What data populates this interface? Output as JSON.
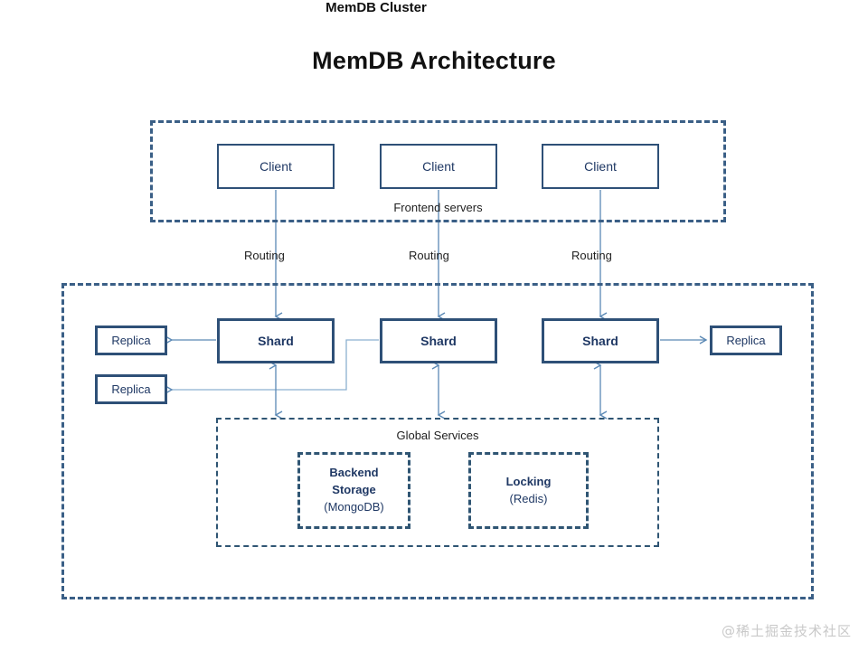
{
  "title": "MemDB Architecture",
  "colors": {
    "box_border": "#2e5077",
    "dashed_border": "#3a5f86",
    "connector": "#5b89b5",
    "text_navy": "#1f3864",
    "text_black": "#111111",
    "watermark": "#c9c9c9",
    "background": "#ffffff"
  },
  "frontend": {
    "label": "Frontend  servers",
    "clients": [
      {
        "label": "Client"
      },
      {
        "label": "Client"
      },
      {
        "label": "Client"
      }
    ]
  },
  "routing": {
    "labels": [
      "Routing",
      "Routing",
      "Routing"
    ]
  },
  "cluster": {
    "label": "MemDB Cluster",
    "shards": [
      {
        "label": "Shard"
      },
      {
        "label": "Shard"
      },
      {
        "label": "Shard"
      }
    ],
    "replicas": [
      {
        "label": "Replica"
      },
      {
        "label": "Replica"
      },
      {
        "label": "Replica"
      }
    ],
    "global_services": {
      "label": "Global Services",
      "services": [
        {
          "title": "Backend",
          "title2": "Storage",
          "subtitle": "(MongoDB)"
        },
        {
          "title": "Locking",
          "title2": "",
          "subtitle": "(Redis)"
        }
      ]
    }
  },
  "watermark": "@稀土掘金技术社区"
}
